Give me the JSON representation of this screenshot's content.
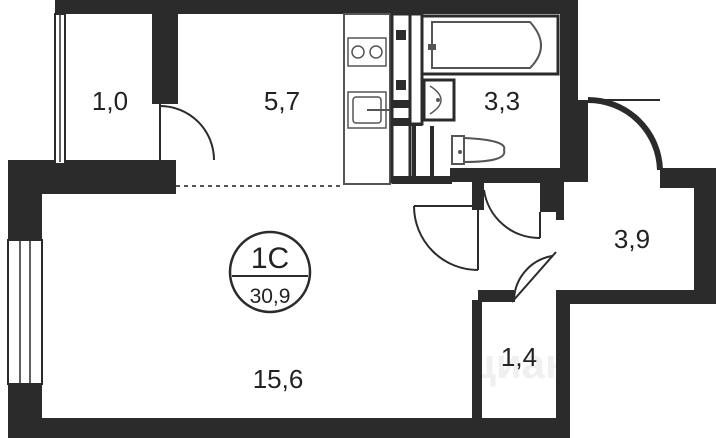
{
  "apartment": {
    "type_label": "1С",
    "total_area": "30,9"
  },
  "rooms": {
    "balcony": {
      "area": "1,0"
    },
    "kitchen": {
      "area": "5,7"
    },
    "bathroom": {
      "area": "3,3"
    },
    "hall": {
      "area": "3,9"
    },
    "living_room": {
      "area": "15,6"
    },
    "storage": {
      "area": "1,4"
    }
  },
  "watermark": {
    "text": "циан"
  },
  "colors": {
    "wall": "#2b2b2b",
    "fixture": "#555555",
    "background": "#ffffff"
  }
}
